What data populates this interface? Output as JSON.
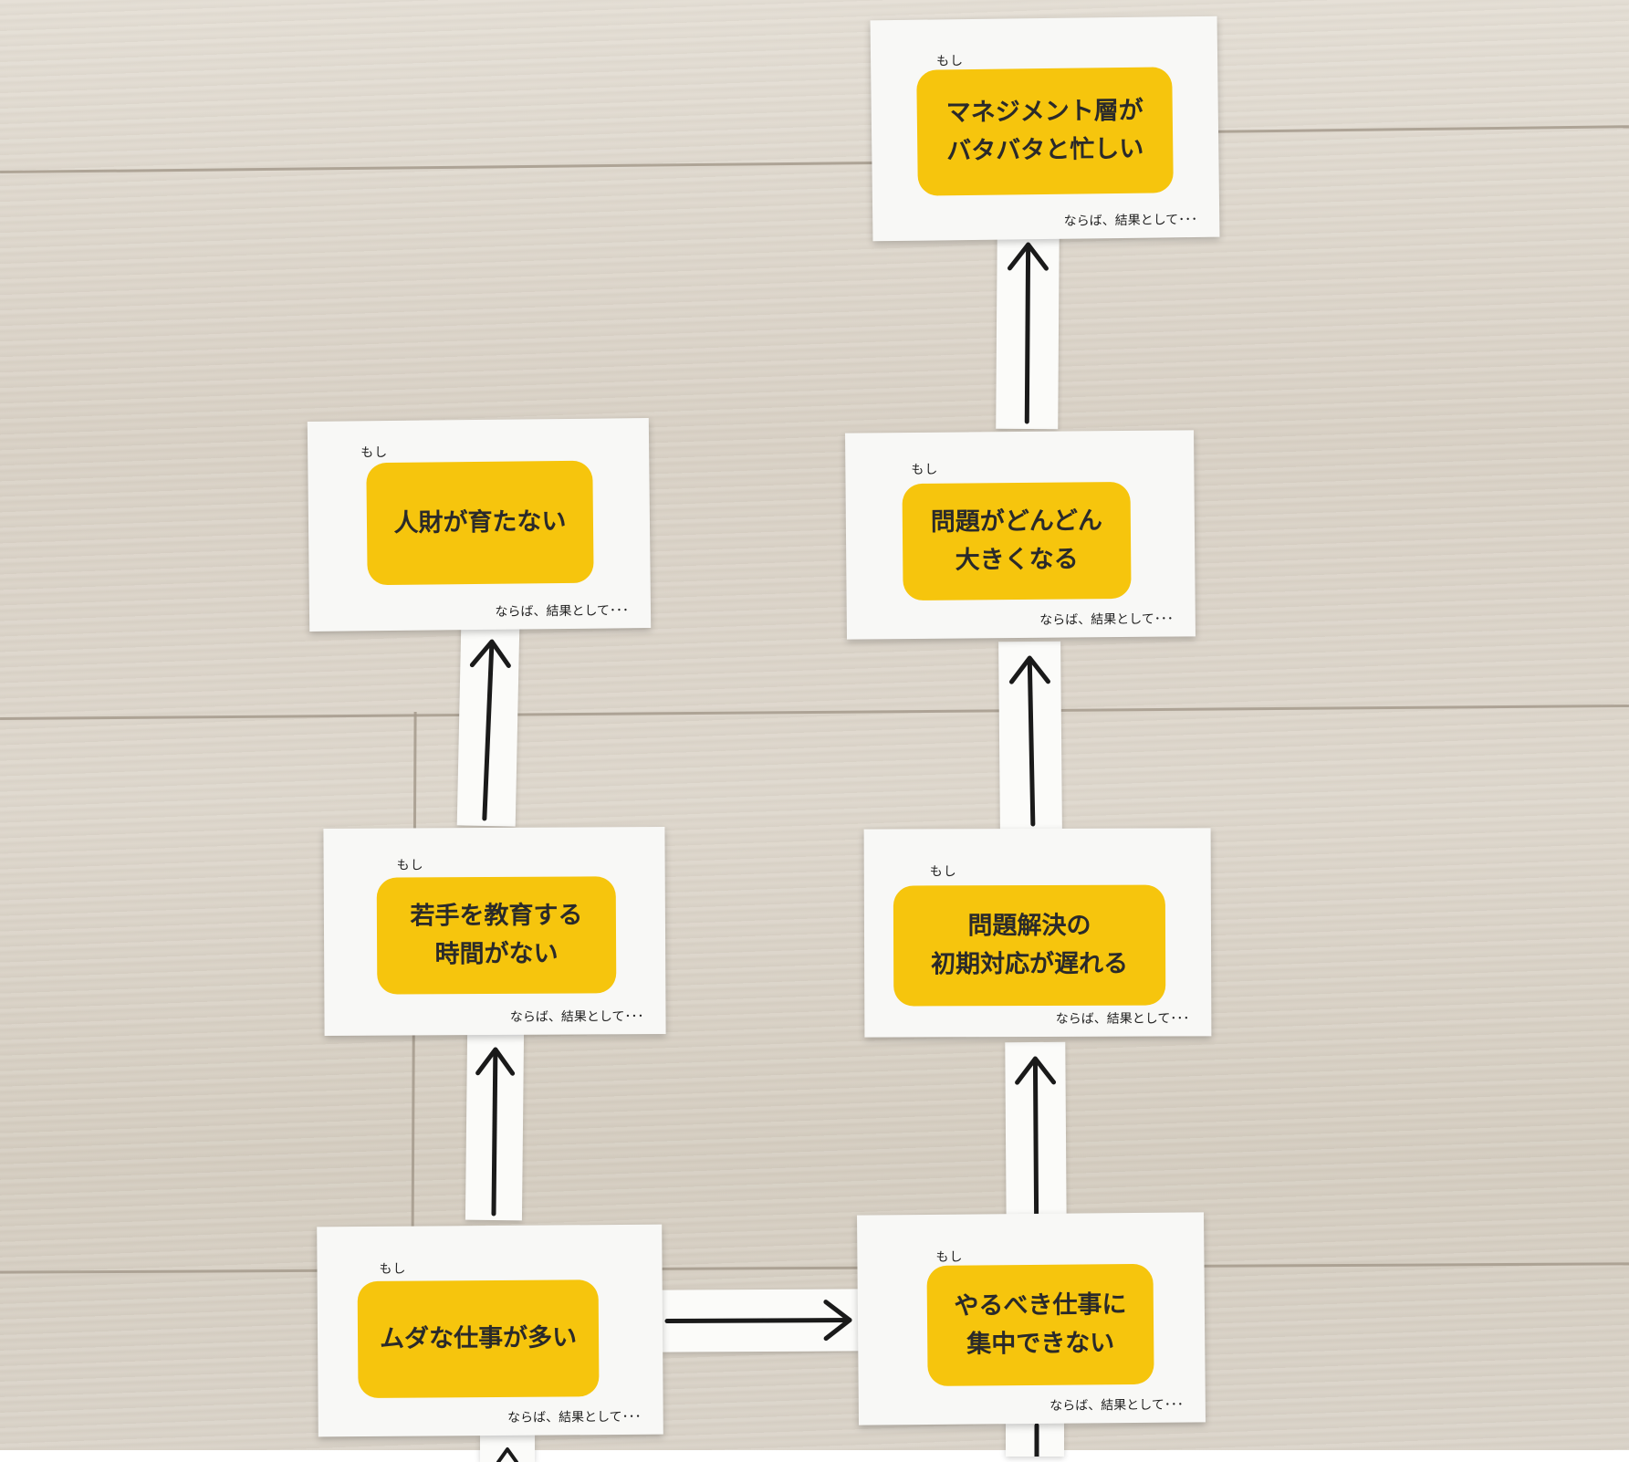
{
  "cards": [
    {
      "id": "management-busy",
      "prefix": "もし",
      "text": "マネジメント層が\nバタバタと忙しい",
      "suffix": "ならば、結果として･･･"
    },
    {
      "id": "talent-not-growing",
      "prefix": "もし",
      "text": "人財が育たない",
      "suffix": "ならば、結果として･･･"
    },
    {
      "id": "problems-grow",
      "prefix": "もし",
      "text": "問題がどんどん\n大きくなる",
      "suffix": "ならば、結果として･･･"
    },
    {
      "id": "no-time-to-train",
      "prefix": "もし",
      "text": "若手を教育する\n時間がない",
      "suffix": "ならば、結果として･･･"
    },
    {
      "id": "late-initial-response",
      "prefix": "もし",
      "text": "問題解決の\n初期対応が遅れる",
      "suffix": "ならば、結果として･･･"
    },
    {
      "id": "much-wasted-work",
      "prefix": "もし",
      "text": "ムダな仕事が多い",
      "suffix": "ならば、結果として･･･"
    },
    {
      "id": "cannot-focus",
      "prefix": "もし",
      "text": "やるべき仕事に\n集中できない",
      "suffix": "ならば、結果として･･･"
    }
  ],
  "colors": {
    "card_label": "#f6c50d",
    "card_paper": "#f8f8f6",
    "arrow": "#1a1a1a",
    "floor": "#dcd5ca"
  }
}
